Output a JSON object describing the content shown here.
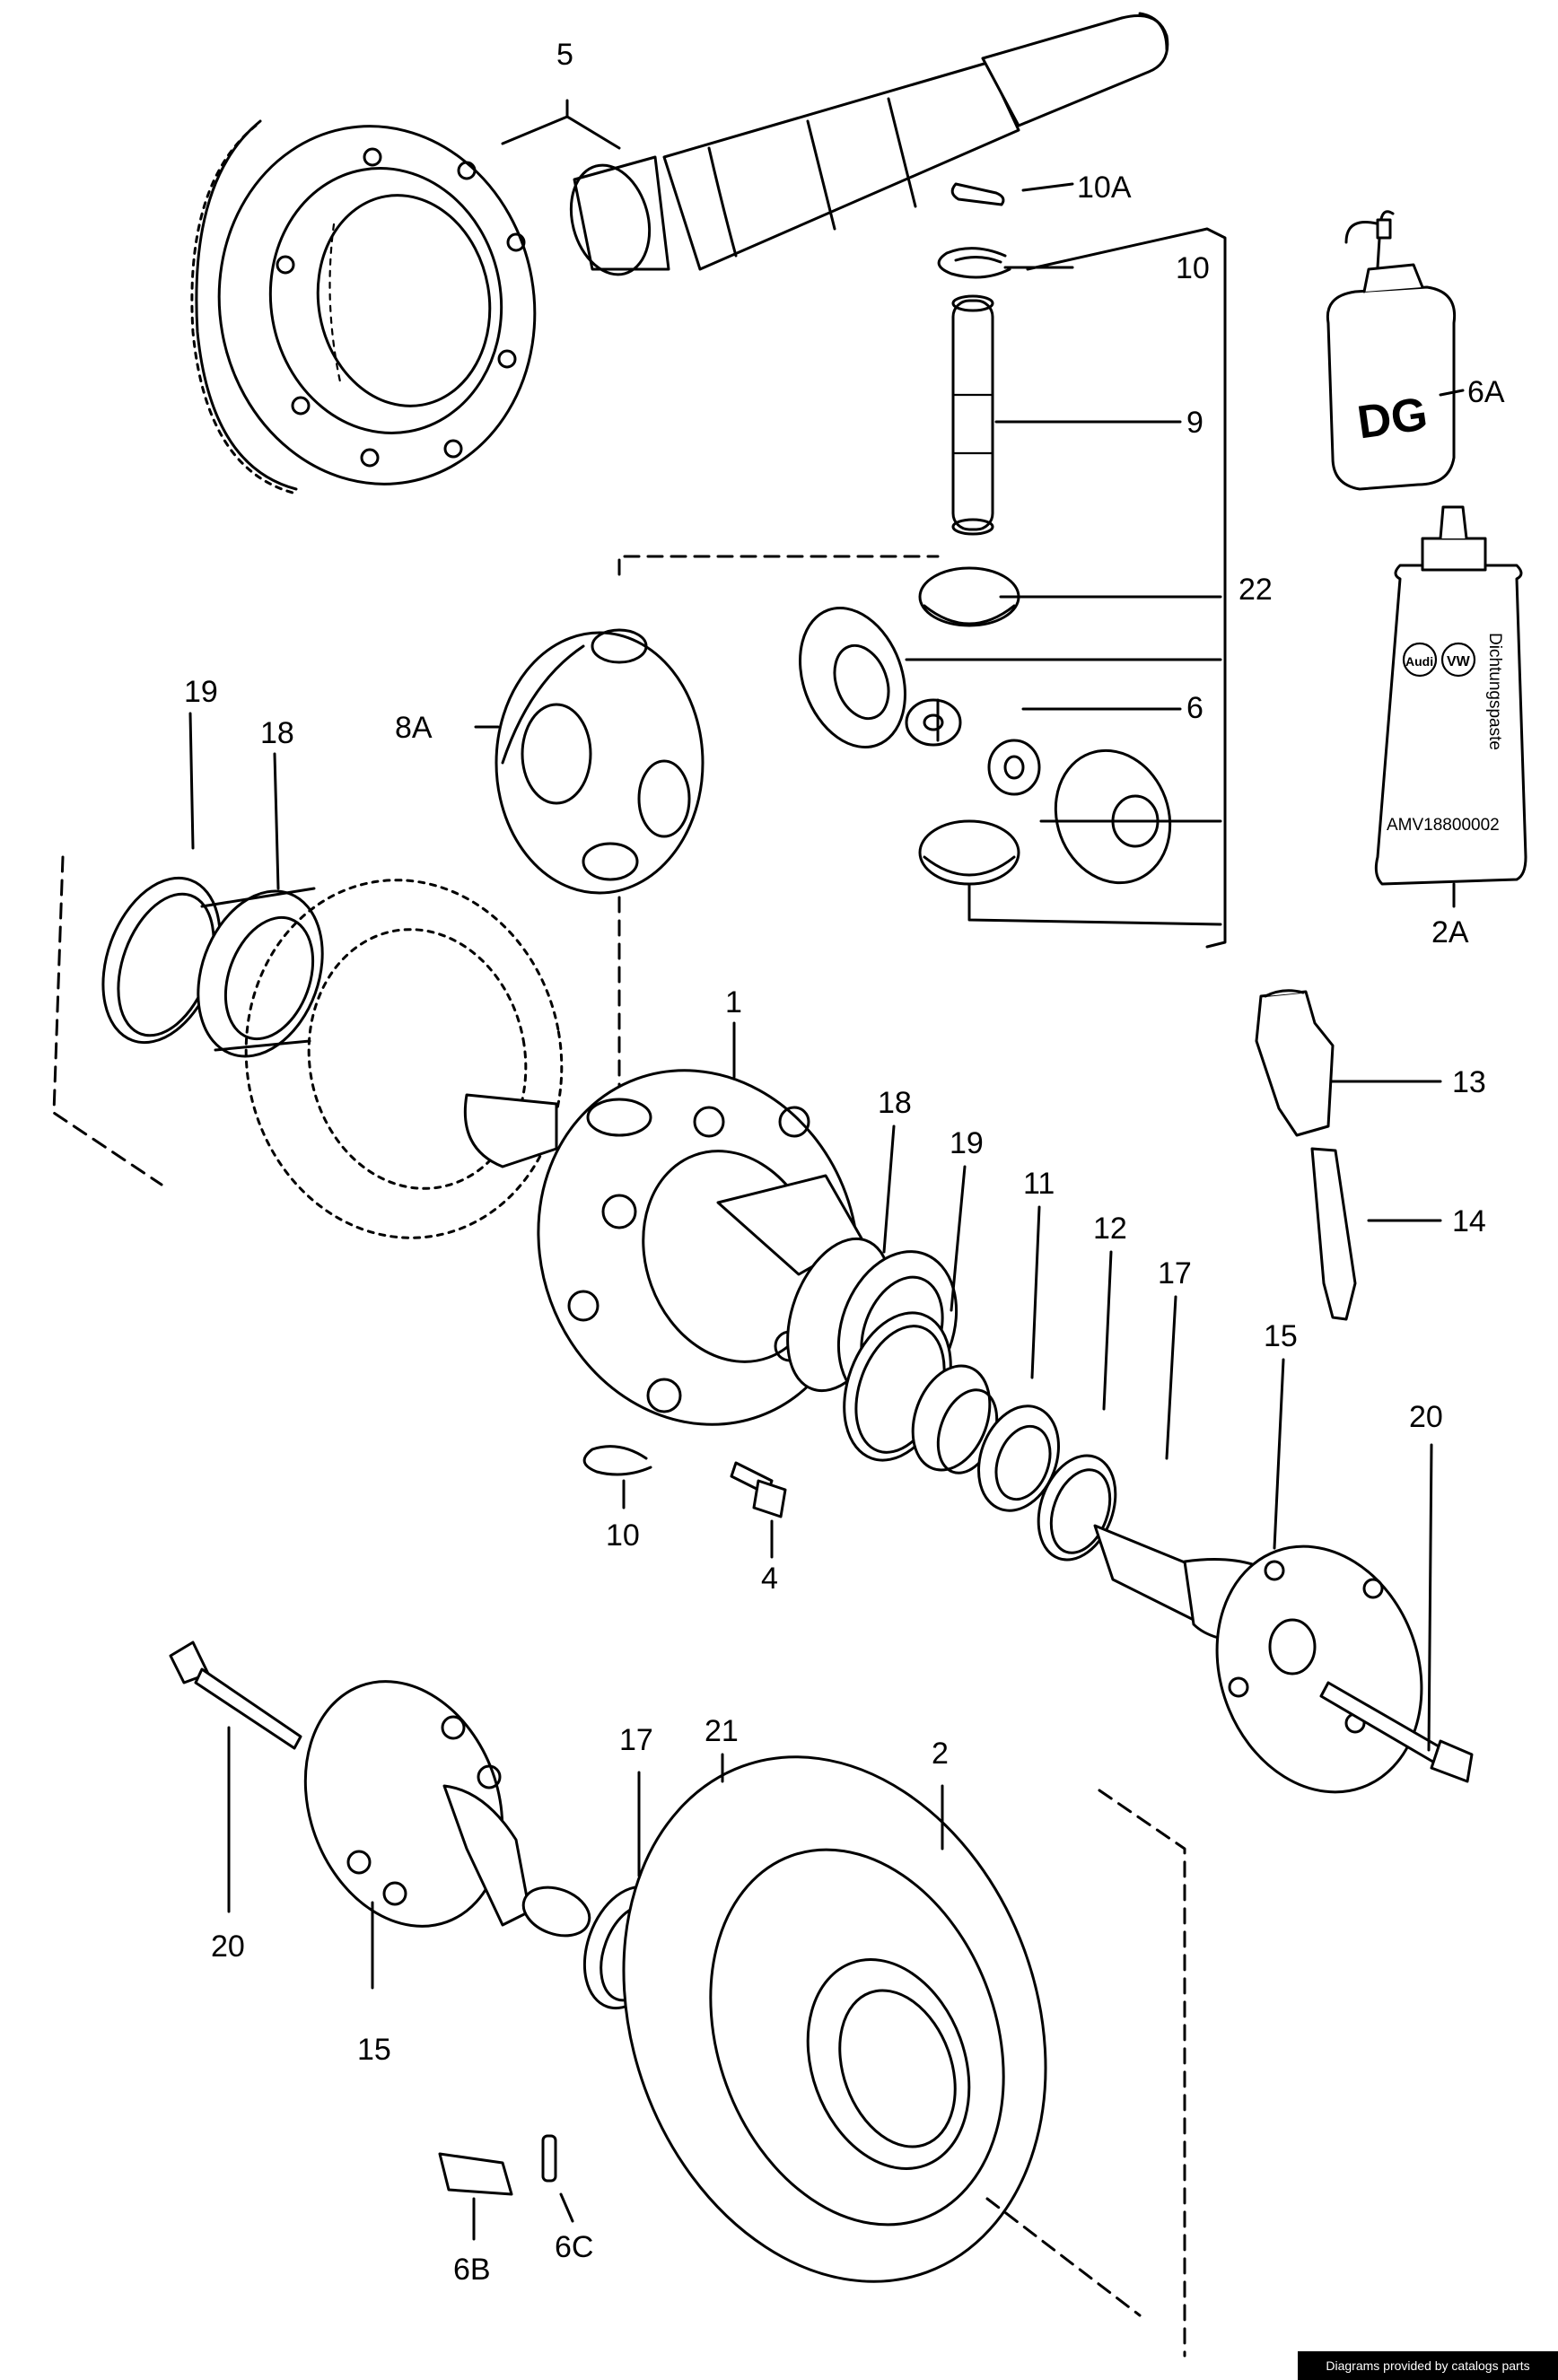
{
  "labels": {
    "p5": "5",
    "p10A": "10A",
    "p10_top": "10",
    "p9": "9",
    "p6A": "6A",
    "p22": "22",
    "p6": "6",
    "p8A": "8A",
    "p19_left": "19",
    "p18_left": "18",
    "p2A": "2A",
    "p1": "1",
    "p13": "13",
    "p14": "14",
    "p18_mid": "18",
    "p19_mid": "19",
    "p11": "11",
    "p12": "12",
    "p17_mid": "17",
    "p15_right": "15",
    "p20_right": "20",
    "p10_bottom": "10",
    "p4": "4",
    "p20_left": "20",
    "p15_left": "15",
    "p17_low": "17",
    "p21": "21",
    "p2": "2",
    "p6B": "6B",
    "p6C": "6C"
  },
  "product_text": {
    "bottle_mark": "DG",
    "tube_brand_1": "Audi",
    "tube_brand_2": "VW",
    "tube_label": "Dichtungspaste",
    "tube_code": "AMV18800002"
  },
  "credit": "Diagrams provided by catalogs parts"
}
